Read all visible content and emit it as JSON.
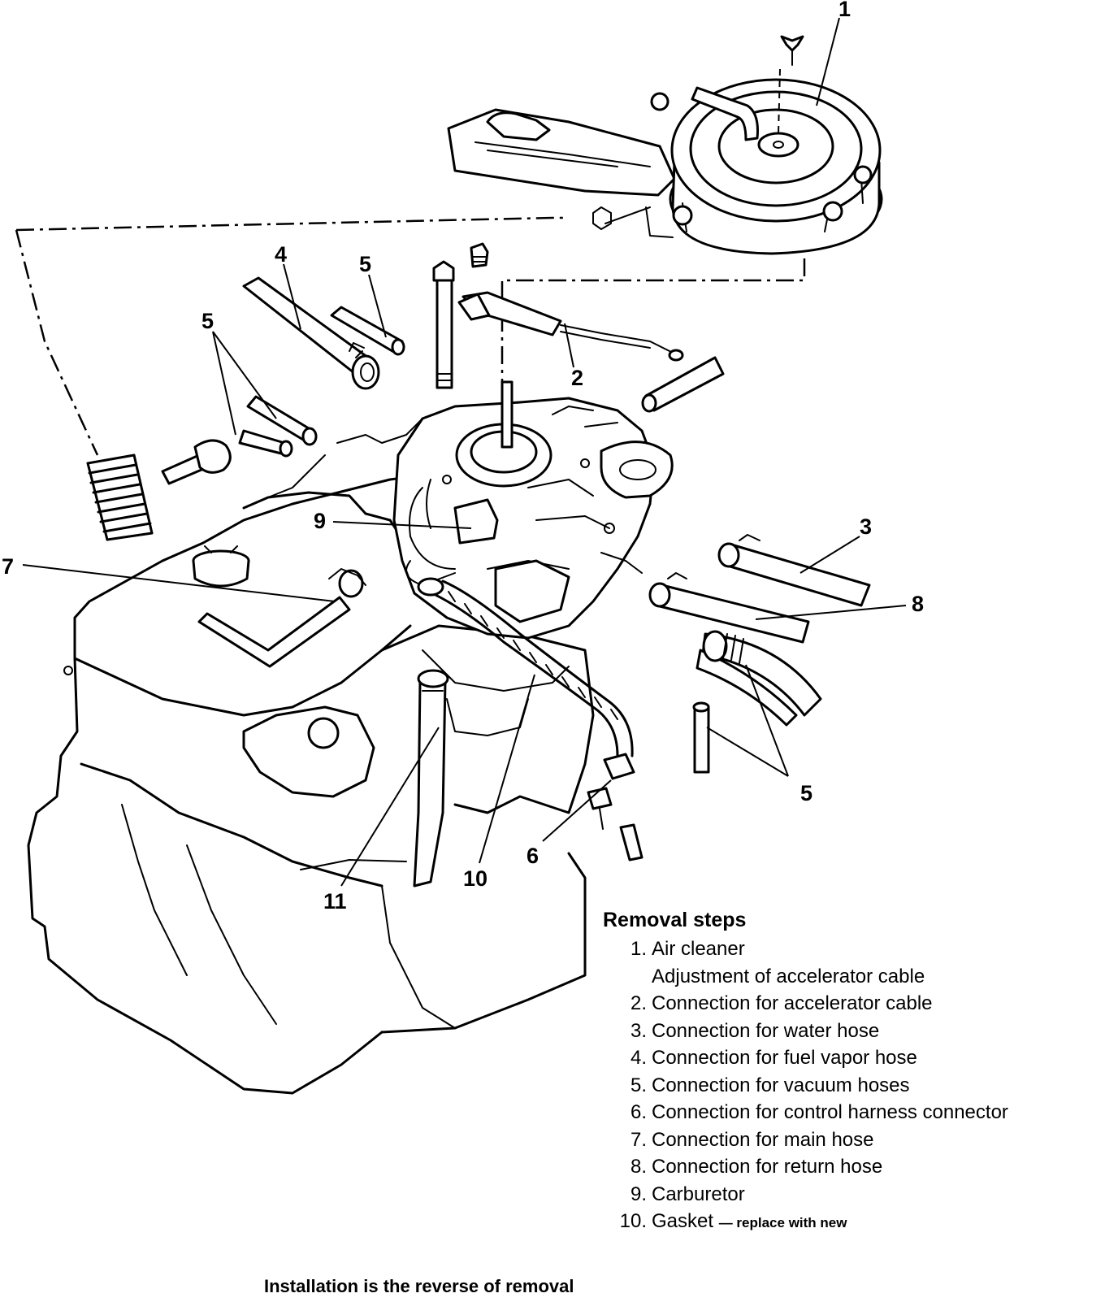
{
  "callouts": {
    "c1": "1",
    "c2": "2",
    "c3": "3",
    "c4": "4",
    "c5a": "5",
    "c5b": "5",
    "c5c": "5",
    "c6": "6",
    "c7": "7",
    "c8": "8",
    "c9": "9",
    "c10": "10",
    "c11": "11"
  },
  "legend": {
    "title": "Removal steps",
    "steps": [
      {
        "num": "1.",
        "text": "Air cleaner"
      },
      {
        "num": "",
        "text": "Adjustment of accelerator cable"
      },
      {
        "num": "2.",
        "text": "Connection for accelerator cable"
      },
      {
        "num": "3.",
        "text": "Connection for water hose"
      },
      {
        "num": "4.",
        "text": "Connection for fuel vapor hose"
      },
      {
        "num": "5.",
        "text": "Connection for vacuum hoses"
      },
      {
        "num": "6.",
        "text": "Connection for control harness connector"
      },
      {
        "num": "7.",
        "text": "Connection for main hose"
      },
      {
        "num": "8.",
        "text": "Connection for return hose"
      },
      {
        "num": "9.",
        "text": "Carburetor"
      },
      {
        "num": "10.",
        "text": "Gasket",
        "note": "— replace with new"
      }
    ]
  },
  "footer": "Installation is the reverse of removal"
}
